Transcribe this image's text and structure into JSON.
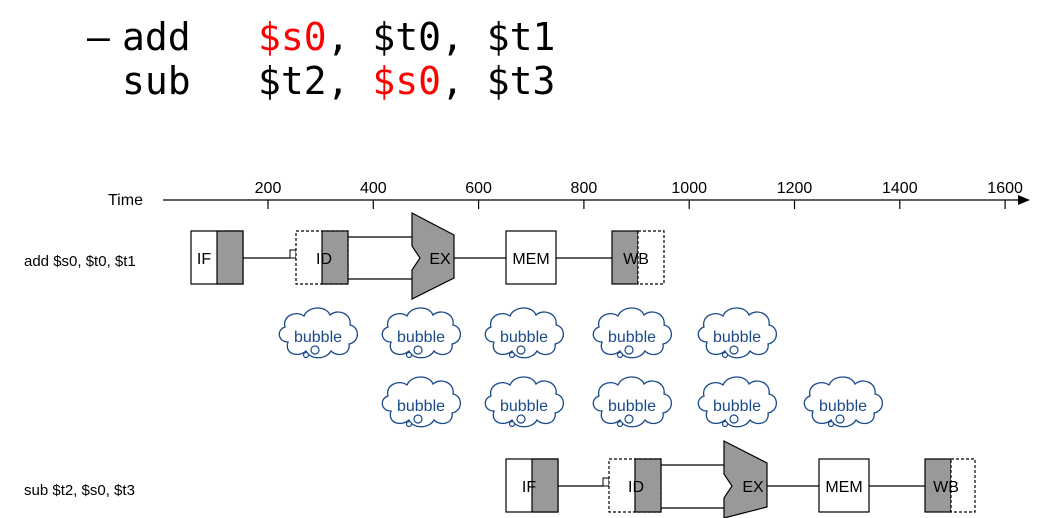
{
  "code": {
    "line1": {
      "bullet": "–",
      "op": "add",
      "dest": "$s0",
      "rest": ", $t0, $t1"
    },
    "line2": {
      "op": "sub",
      "pre": "$t2, ",
      "src": "$s0",
      "post": ", $t3"
    }
  },
  "timeline": {
    "label": "Time",
    "ticks": [
      "200",
      "400",
      "600",
      "800",
      "1000",
      "1200",
      "1400",
      "1600"
    ]
  },
  "instructions": {
    "add": {
      "label": "add $s0, $t0, $t1"
    },
    "sub": {
      "label": "sub $t2, $s0, $t3"
    }
  },
  "stages": {
    "if": "IF",
    "id": "ID",
    "ex": "EX",
    "mem": "MEM",
    "wb": "WB"
  },
  "bubble_label": "bubble",
  "colors": {
    "highlight": "#ff0000",
    "stage_shade": "#999999",
    "bubble": "#1a4a8a"
  }
}
